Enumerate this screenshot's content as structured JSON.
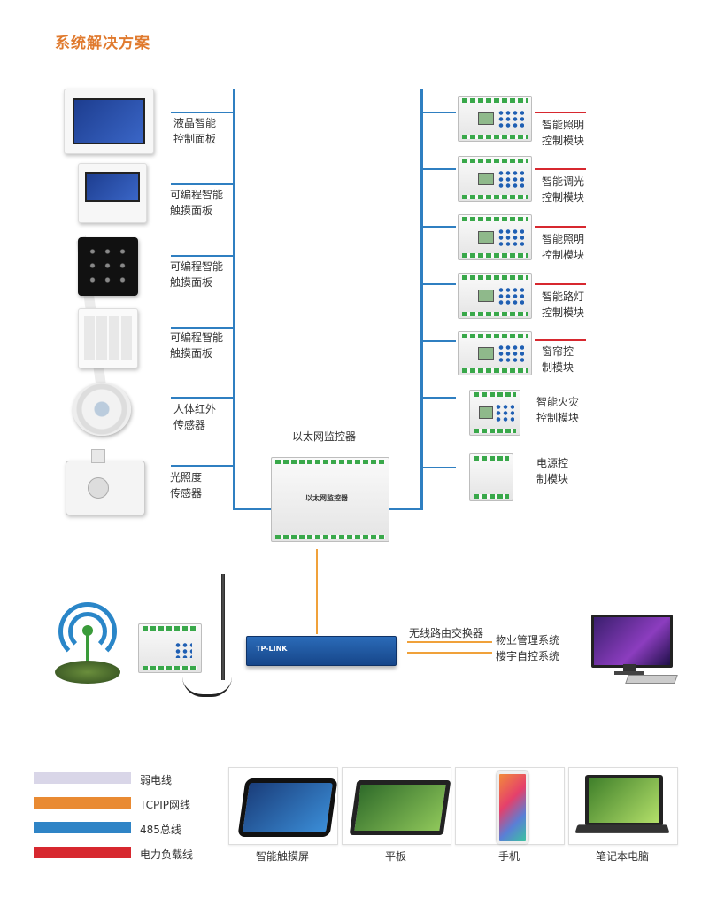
{
  "title": "系统解决方案",
  "left_devices": [
    {
      "label": "液晶智能\n控制面板"
    },
    {
      "label": "可编程智能\n触摸面板"
    },
    {
      "label": "可编程智能\n触摸面板"
    },
    {
      "label": "可编程智能\n触摸面板"
    },
    {
      "label": "人体红外\n传感器"
    },
    {
      "label": "光照度\n传感器"
    }
  ],
  "right_modules": [
    {
      "label": "智能照明\n控制模块"
    },
    {
      "label": "智能调光\n控制模块"
    },
    {
      "label": "智能照明\n控制模块"
    },
    {
      "label": "智能路灯\n控制模块"
    },
    {
      "label": "窗帘控\n制模块"
    },
    {
      "label": "智能火灾\n控制模块"
    },
    {
      "label": "电源控\n制模块"
    }
  ],
  "controller": {
    "label": "以太网监控器",
    "device_text": "以太网监控器"
  },
  "router": {
    "label": "无线路由交换器",
    "brand": "TP-LINK"
  },
  "systems": {
    "line1": "物业管理系统",
    "line2": "楼宇自控系统"
  },
  "legend": [
    {
      "label": "弱电线",
      "color": "#d9d6e8"
    },
    {
      "label": "TCPIP网线",
      "color": "#e98a32"
    },
    {
      "label": "485总线",
      "color": "#2f84c6"
    },
    {
      "label": "电力负载线",
      "color": "#d7282f"
    }
  ],
  "terminals": [
    {
      "label": "智能触摸屏"
    },
    {
      "label": "平板"
    },
    {
      "label": "手机"
    },
    {
      "label": "笔记本电脑"
    }
  ]
}
